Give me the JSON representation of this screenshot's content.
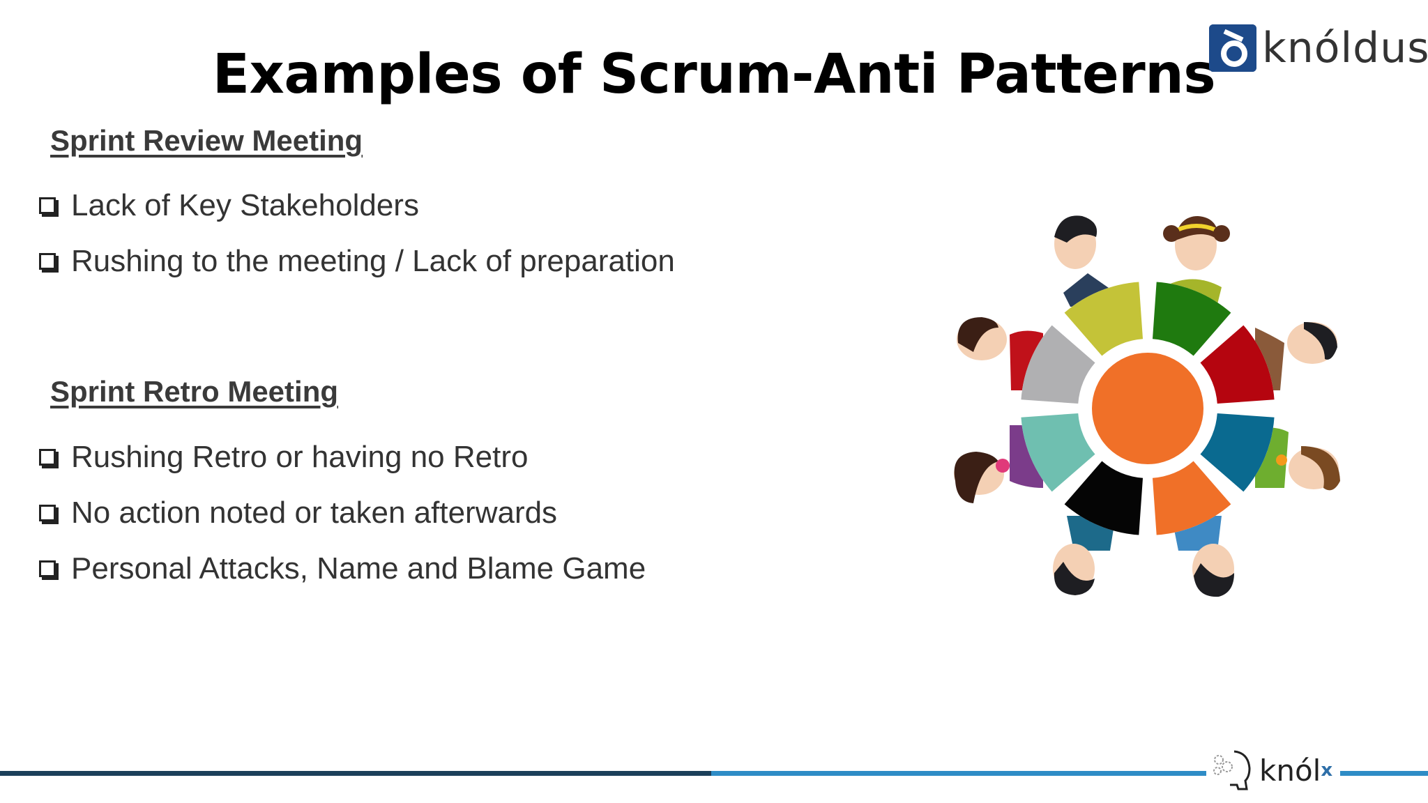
{
  "title": "Examples of Scrum-Anti Patterns",
  "brand": {
    "name": "knóldus",
    "icon": "knoldus-logo-icon"
  },
  "sections": [
    {
      "heading": "Sprint Review Meeting",
      "items": [
        "Lack of Key Stakeholders",
        "Rushing to the meeting / Lack of preparation"
      ]
    },
    {
      "heading": "Sprint Retro Meeting",
      "items": [
        "Rushing Retro or having no Retro",
        "No action noted or taken afterwards",
        "Personal Attacks, Name and Blame Game"
      ]
    }
  ],
  "footer": {
    "logo_text": "knól",
    "logo_sup": "x"
  },
  "colors": {
    "accent_dark": "#1b3f5a",
    "accent_light": "#2e8cc6",
    "table_center": "#f07028",
    "segments": [
      "#1f7a0f",
      "#b5050f",
      "#0a6a90",
      "#f07028",
      "#050505",
      "#6fbfb0",
      "#b0b0b2",
      "#c4c338"
    ]
  }
}
